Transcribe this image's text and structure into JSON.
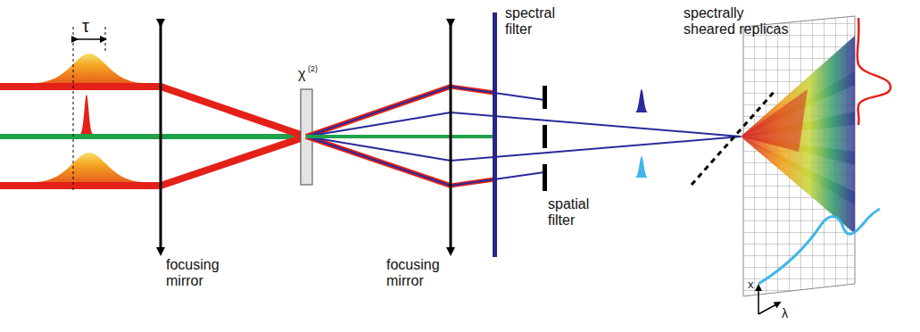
{
  "diagram": {
    "labels": [
      "τ",
      "χ",
      "(2)",
      "focusing mirror",
      "focusing mirror",
      "spectral filter",
      "spatial filter",
      "spectrally sheared replicas",
      "x",
      "λ"
    ]
  }
}
